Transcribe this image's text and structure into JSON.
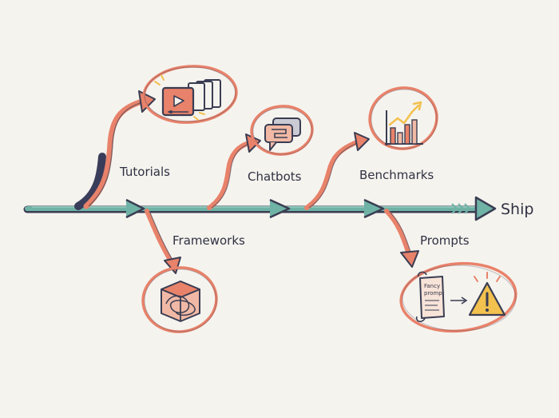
{
  "labels": {
    "tutorials": "Tutorials",
    "chatbots": "Chatbots",
    "benchmarks": "Benchmarks",
    "frameworks": "Frameworks",
    "prompts": "Prompts",
    "ship": "Ship"
  },
  "scroll_text": {
    "line1": "Fancy",
    "line2": "prompt"
  },
  "icons": {
    "tutorials": "video-cards-icon",
    "chatbots": "chat-bubbles-icon",
    "benchmarks": "bar-chart-trend-icon",
    "frameworks": "tangled-box-icon",
    "prompts": "scroll-to-warning-icon"
  },
  "colors": {
    "background": "#f5f3ee",
    "main_line": "#6fb3a6",
    "branch": "#e8826a",
    "ink": "#2f3142",
    "warning": "#f2c14e"
  }
}
